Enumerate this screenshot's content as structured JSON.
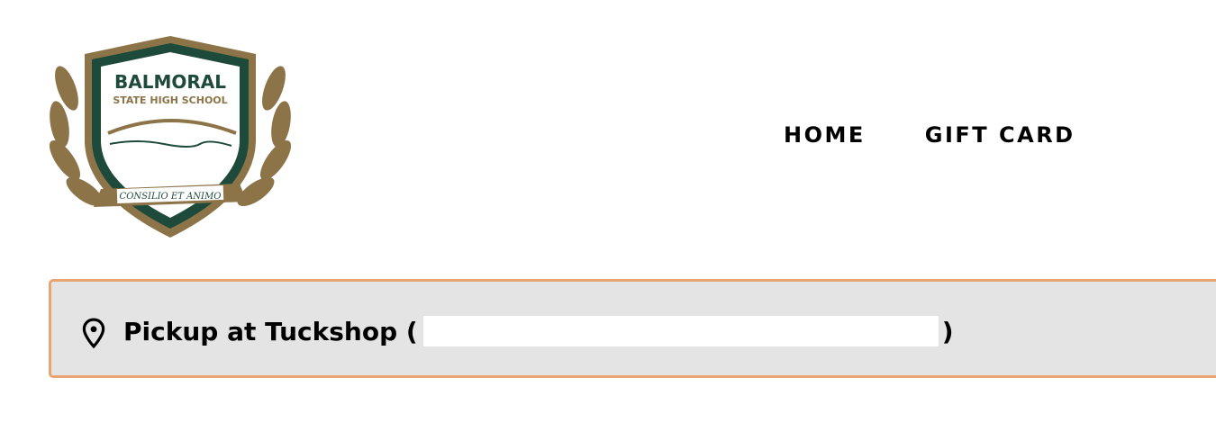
{
  "logo": {
    "name": "BALMORAL",
    "subtitle": "STATE HIGH SCHOOL",
    "motto": "CONSILIO ET ANIMO",
    "colors": {
      "green": "#1d4a3a",
      "gold": "#8c7448"
    }
  },
  "nav": {
    "items": [
      {
        "label": "HOME"
      },
      {
        "label": "GIFT CARD"
      }
    ]
  },
  "banner": {
    "icon": "map-pin-icon",
    "label_prefix": "Pickup at Tuckshop (",
    "label_suffix": ")",
    "border_color": "#e8a572"
  }
}
